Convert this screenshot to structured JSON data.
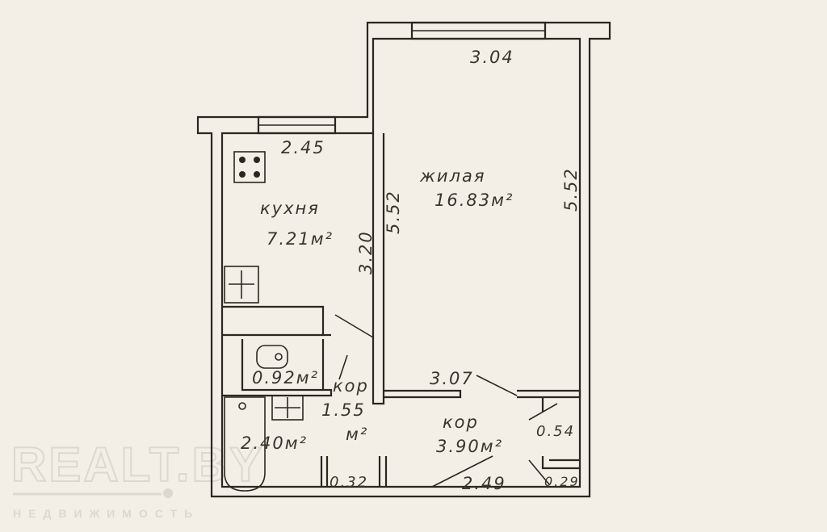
{
  "plan": {
    "kitchen": {
      "name": "кухня",
      "area": "7.21м²",
      "width": "2.45",
      "depth": "3.20"
    },
    "living": {
      "name": "жилая",
      "area": "16.83м²",
      "width": "3.04",
      "depth_left": "5.52",
      "depth_right": "5.52"
    },
    "toilet": {
      "area": "0.92м²"
    },
    "corridor_small": {
      "name": "кор",
      "area": "1.55",
      "unit": "м²"
    },
    "bathroom": {
      "area": "2.40м²"
    },
    "closet_small": {
      "area": "0.32"
    },
    "corridor_main": {
      "name": "кор",
      "area": "3.90м²",
      "width": "3.07",
      "length": "2.49"
    },
    "closet_a": {
      "area": "0.54"
    },
    "closet_b": {
      "area": "0.29"
    }
  },
  "watermark": {
    "brand": "REALT.BY",
    "tagline": "НЕДВИЖИМОСТЬ"
  }
}
